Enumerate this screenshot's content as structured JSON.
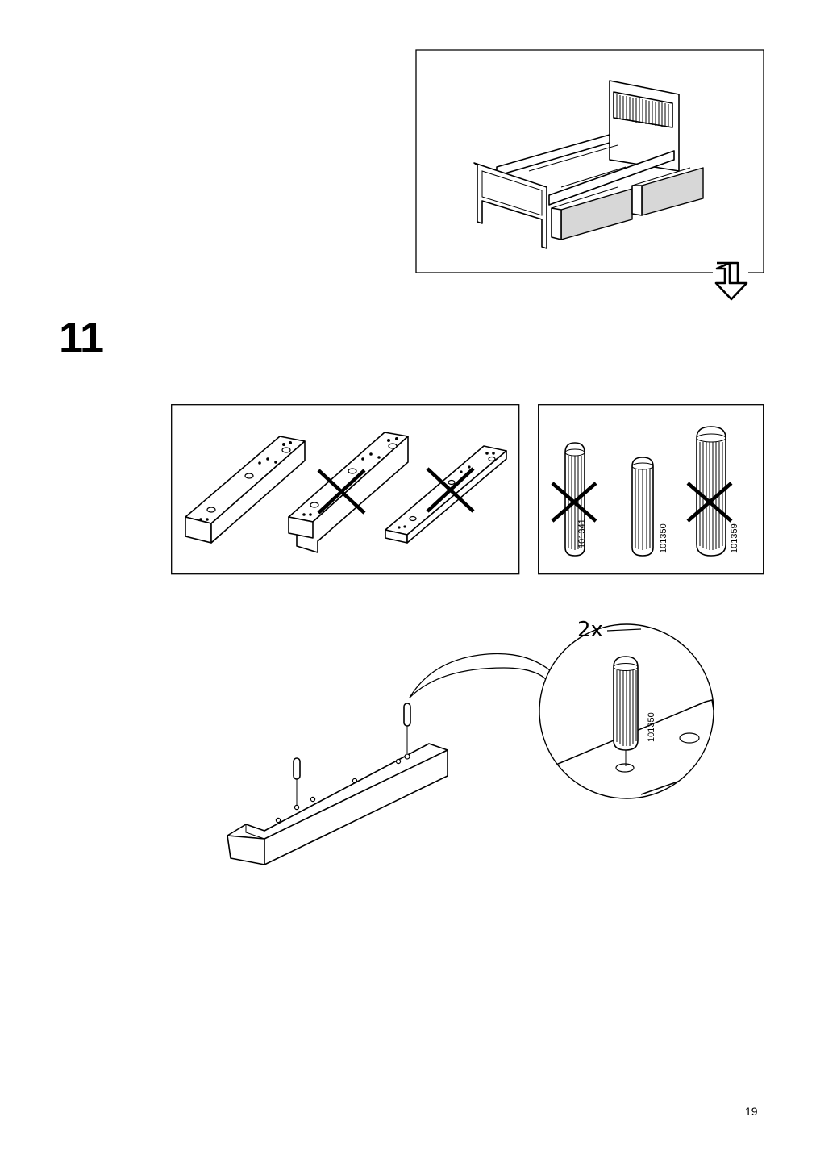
{
  "step": {
    "number": "11"
  },
  "dowel_codes": [
    "101341",
    "101350",
    "101359"
  ],
  "detail": {
    "quantity": "2x",
    "dowel_code": "101350"
  },
  "page": {
    "number": "19"
  }
}
